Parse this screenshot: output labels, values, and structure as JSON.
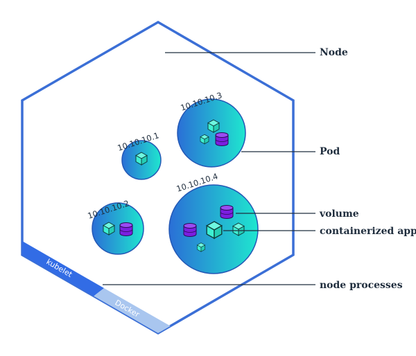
{
  "labels": {
    "node": "Node",
    "pod": "Pod",
    "volume": "volume",
    "containerized_app": "containerized app",
    "node_processes": "node processes"
  },
  "pods": [
    {
      "ip": "10.10.10.1"
    },
    {
      "ip": "10.10.10.2"
    },
    {
      "ip": "10.10.10.3"
    },
    {
      "ip": "10.10.10.4"
    }
  ],
  "processes": {
    "kubelet": "kubelet",
    "docker": "Docker"
  },
  "colors": {
    "node_border": "#3b6fd6",
    "pod_gradient_start": "#2a6fd6",
    "pod_gradient_end": "#1fe6cf",
    "container_fill": "#3ef0d2",
    "volume_fill": "#7b1fe0",
    "kubelet_band": "#326ce5",
    "docker_band": "#a9c6ef",
    "callout_line": "#1f2d3d"
  },
  "icons": {
    "container": "cube-icon",
    "volume": "cylinder-icon"
  }
}
